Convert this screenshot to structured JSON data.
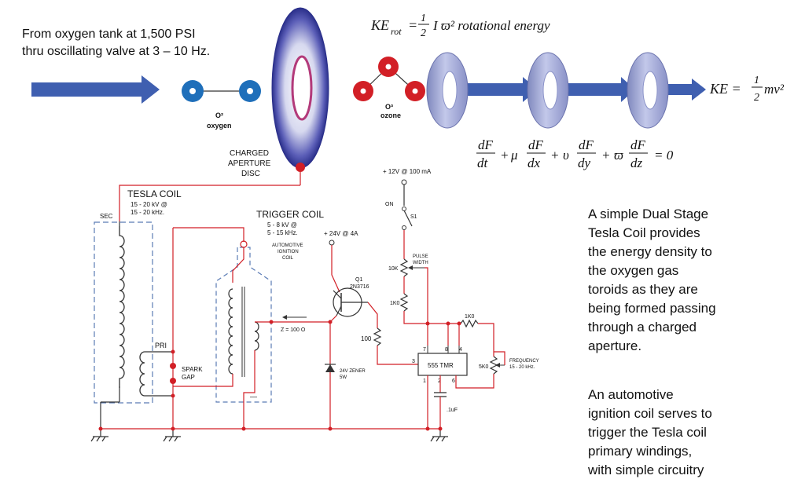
{
  "intro": {
    "line1": "From oxygen tank at 1,500 PSI",
    "line2": "thru oscillating valve at 3 – 10 Hz."
  },
  "equations": {
    "ke_rot_lhs": "KE",
    "ke_rot_sub": "rot",
    "ke_rot_num": "1",
    "ke_rot_den": "2",
    "ke_rot_rhs": "I ϖ² rotational energy",
    "ke_lin_lhs": "KE =",
    "ke_lin_num": "1",
    "ke_lin_den": "2",
    "ke_lin_rhs": "mv²",
    "pde": [
      "dF",
      "dt",
      "μ",
      "dF",
      "dx",
      "υ",
      "dF",
      "dy",
      "ϖ",
      "dF",
      "dz",
      "= 0"
    ]
  },
  "molecules": {
    "oxygen_label": "O²",
    "oxygen_name": "oxygen",
    "ozone_label": "O³",
    "ozone_name": "ozone"
  },
  "aperture": {
    "line1": "CHARGED",
    "line2": "APERTURE",
    "line3": "DISC"
  },
  "circuit": {
    "tesla_title": "TESLA COIL",
    "tesla_v": "15 - 20 kV @",
    "tesla_f": "15 - 20 kHz.",
    "sec": "SEC",
    "pri": "PRI",
    "spark1": "SPARK",
    "spark2": "GAP",
    "trigger_title": "TRIGGER COIL",
    "trigger_v": "5 - 8 kV @",
    "trigger_f": "5 - 15 kHz.",
    "ign1": "AUTOMOTIVE",
    "ign2": "IGNITION",
    "ign3": "COIL",
    "z": "Z = 100  O",
    "v24": "+ 24V @ 4A",
    "q1": "Q1",
    "q1_part": "2N3716",
    "r100": "100",
    "zener1": "24V ZENER",
    "zener2": "5W",
    "v12": "+ 12V @ 100 mA",
    "on": "ON",
    "s1": "S1",
    "pw1": "PULSE",
    "pw2": "WIDTH",
    "r10k": "10K",
    "r1k0a": "1K0",
    "r1k0b": "1K0",
    "r5k0": "5K0",
    "freq1": "FREQUENCY",
    "freq2": "15 - 20 kHz.",
    "timer": "555 TMR",
    "pin7": "7",
    "pin8": "8",
    "pin4": "4",
    "pin3": "3",
    "pin1": "1",
    "pin2": "2",
    "pin6": "6",
    "cap": ".1uF"
  },
  "side_text": {
    "p1": [
      "A simple Dual Stage",
      "Tesla Coil provides",
      "the energy density to",
      "the oxygen gas",
      "toroids as they are",
      "being formed passing",
      "through a charged",
      "aperture."
    ],
    "p2": [
      "An automotive",
      "ignition coil serves to",
      "trigger the Tesla coil",
      "primary windings,",
      "with simple circuitry"
    ]
  }
}
